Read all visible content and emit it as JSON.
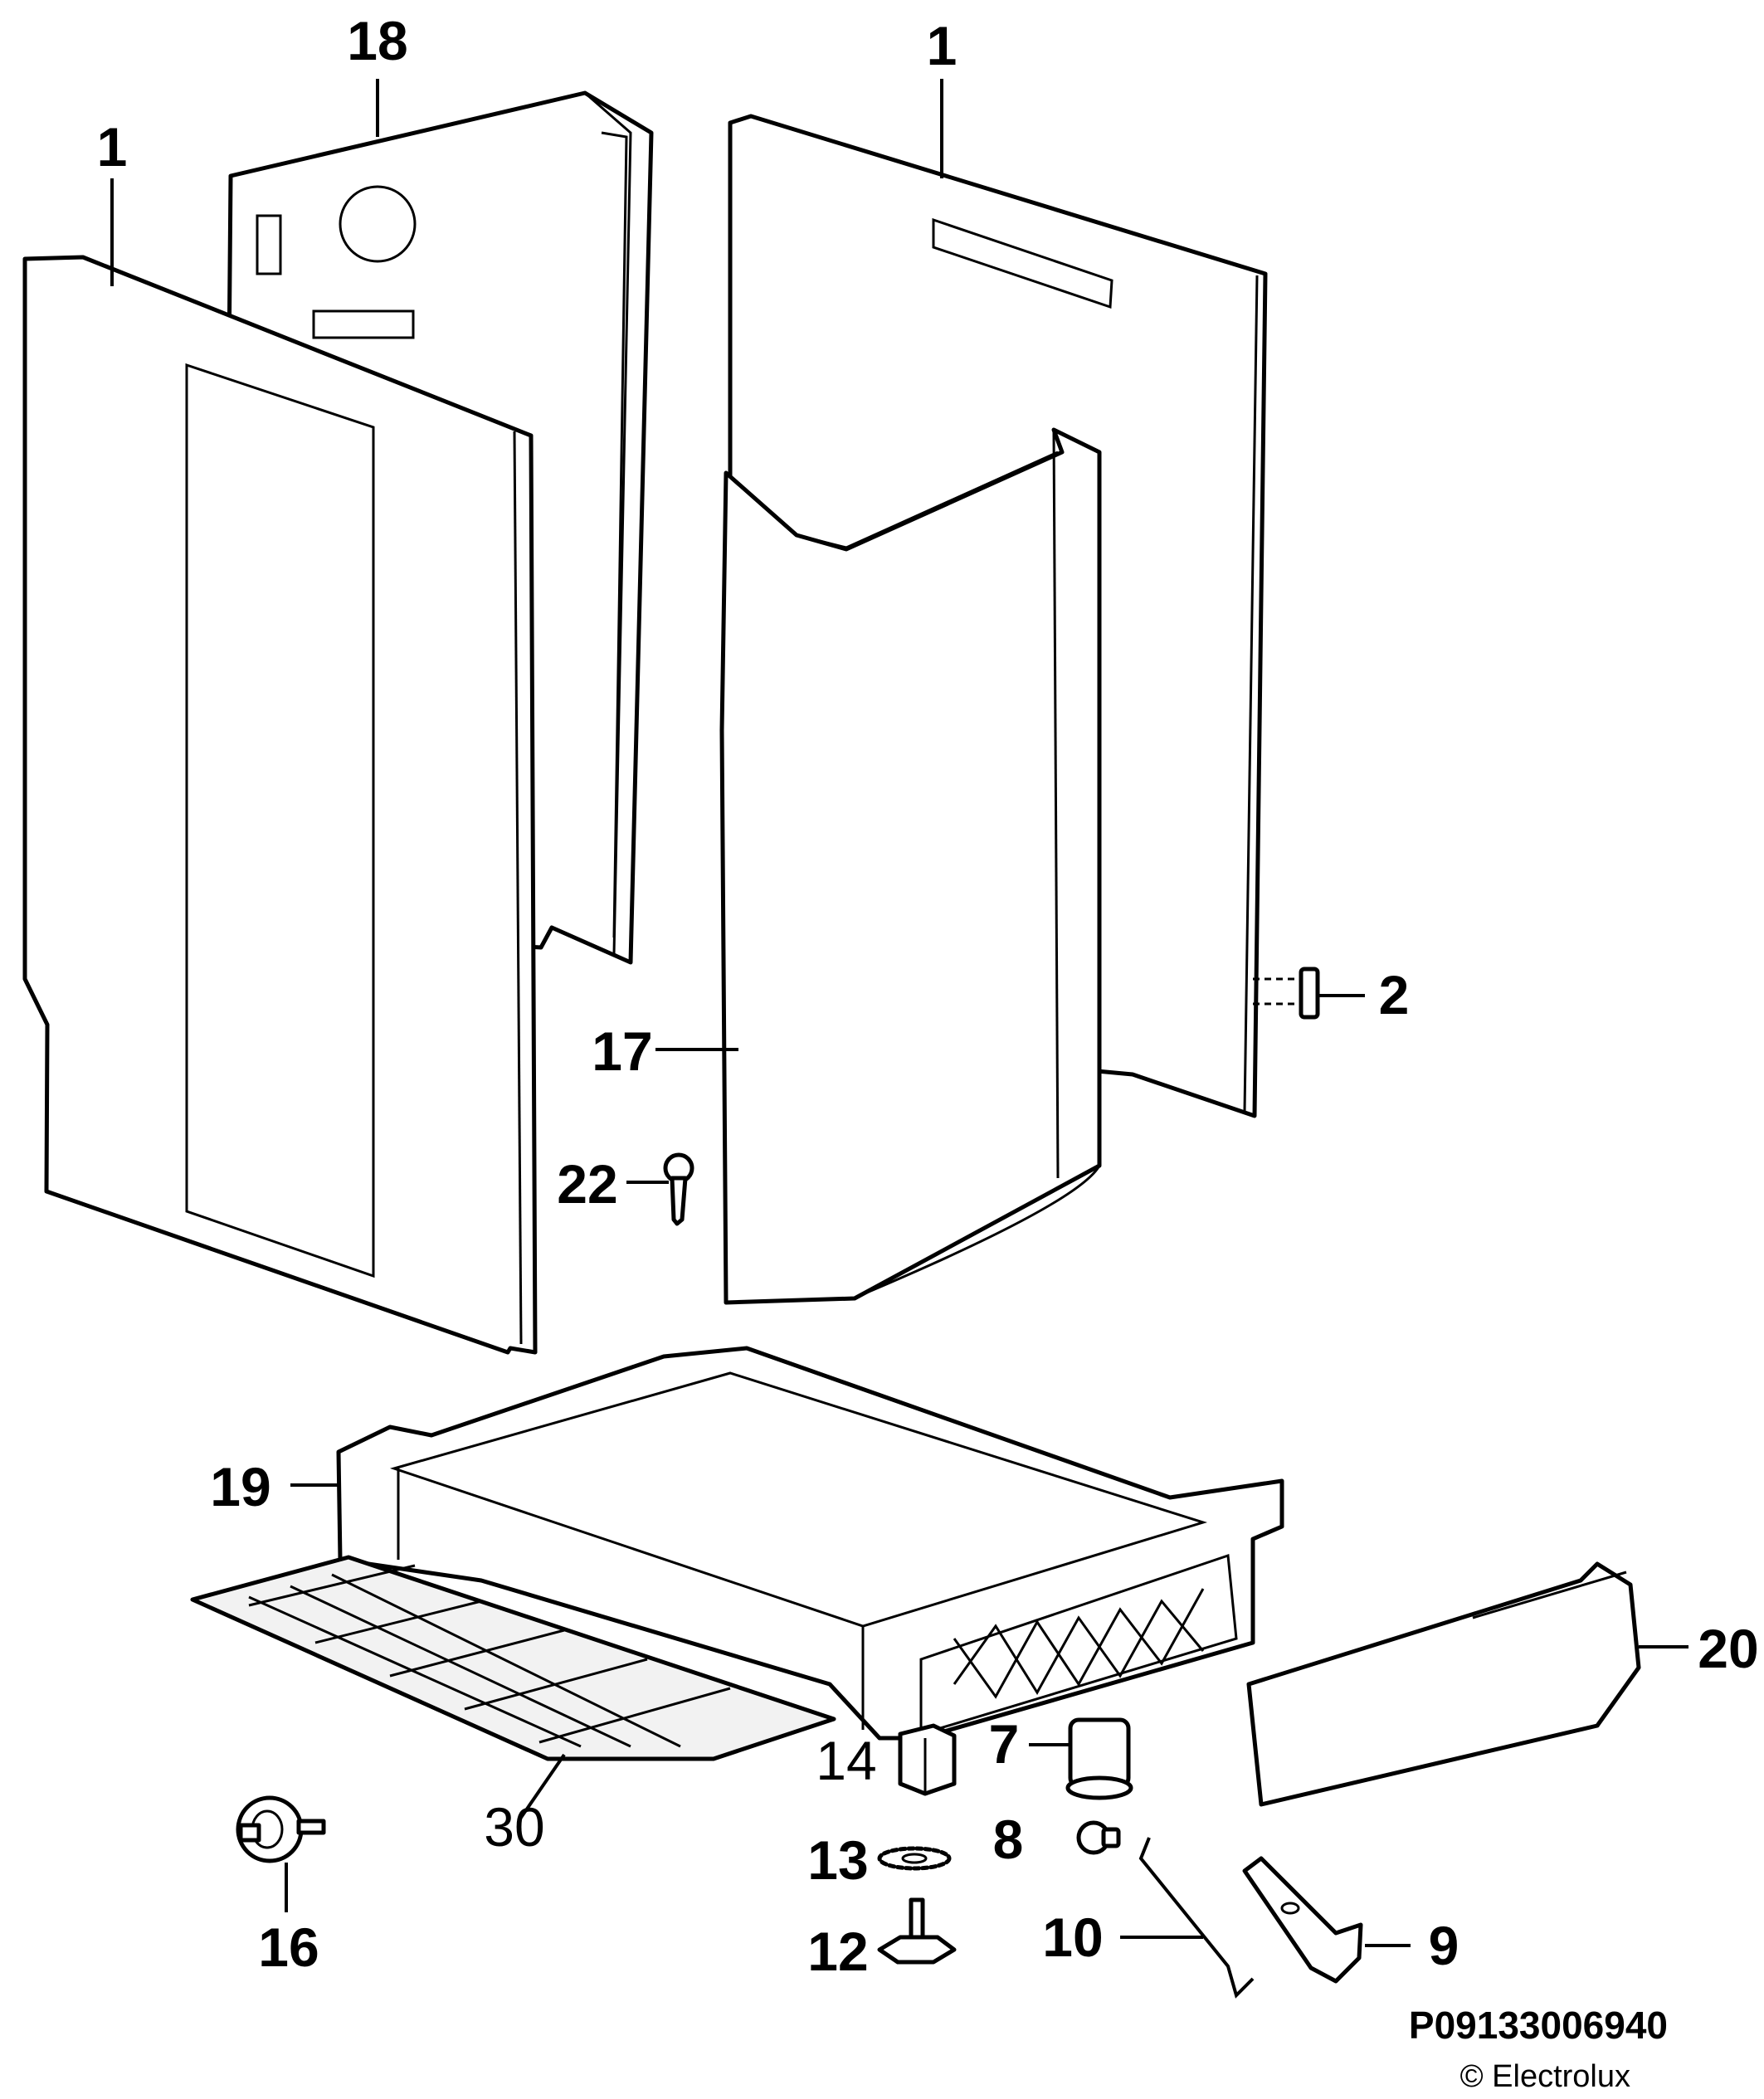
{
  "figure": {
    "document_code": "P09133006940",
    "copyright": "© Electrolux"
  },
  "callouts": {
    "c18": "18",
    "c1_left": "1",
    "c1_right": "1",
    "c2": "2",
    "c17": "17",
    "c22": "22",
    "c19": "19",
    "c20": "20",
    "c30": "30",
    "c14": "14",
    "c7": "7",
    "c8": "8",
    "c13": "13",
    "c16": "16",
    "c10": "10",
    "c12": "12",
    "c9": "9"
  }
}
